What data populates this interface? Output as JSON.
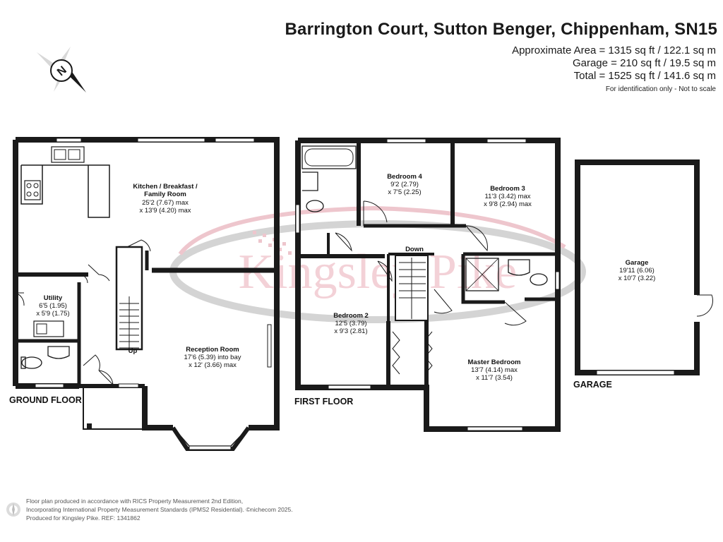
{
  "header": {
    "title": "Barrington Court, Sutton Benger, Chippenham, SN15",
    "approx_area": "Approximate Area = 1315 sq ft / 122.1 sq m",
    "garage_area": "Garage = 210 sq ft / 19.5 sq m",
    "total_area": "Total = 1525 sq ft / 141.6 sq m",
    "id_note": "For identification only - Not to scale"
  },
  "compass": {
    "letter": "N"
  },
  "watermark": {
    "brand": "Kingsley Pike"
  },
  "floors": {
    "ground": "GROUND FLOOR",
    "first": "FIRST FLOOR",
    "garage": "GARAGE"
  },
  "rooms": {
    "kitchen": {
      "name_1": "Kitchen / Breakfast /",
      "name_2": "Family Room",
      "dim_1": "25'2 (7.67) max",
      "dim_2": "x 13'9 (4.20) max"
    },
    "utility": {
      "name": "Utility",
      "dim_1": "6'5 (1.95)",
      "dim_2": "x 5'9 (1.75)"
    },
    "reception": {
      "name": "Reception Room",
      "dim_1": "17'6 (5.39) into bay",
      "dim_2": "x 12' (3.66) max"
    },
    "bedroom4": {
      "name": "Bedroom 4",
      "dim_1": "9'2 (2.79)",
      "dim_2": "x 7'5 (2.25)"
    },
    "bedroom3": {
      "name": "Bedroom 3",
      "dim_1": "11'3 (3.42) max",
      "dim_2": "x 9'8 (2.94) max"
    },
    "bedroom2": {
      "name": "Bedroom 2",
      "dim_1": "12'5 (3.79)",
      "dim_2": "x 9'3 (2.81)"
    },
    "master": {
      "name": "Master Bedroom",
      "dim_1": "13'7 (4.14) max",
      "dim_2": "x 11'7 (3.54)"
    },
    "garage": {
      "name": "Garage",
      "dim_1": "19'11 (6.06)",
      "dim_2": "x 10'7 (3.22)"
    }
  },
  "stairs": {
    "up": "Up",
    "down": "Down"
  },
  "footer": {
    "line_1": "Floor plan produced in accordance with RICS Property Measurement 2nd Edition,",
    "line_2": "Incorporating International Property Measurement Standards (IPMS2 Residential).  ©nichecom 2025.",
    "line_3": "Produced for Kingsley Pike.   REF: 1341862"
  },
  "colors": {
    "wall": "#1a1a1a",
    "watermark_pink": "#e7a9b3",
    "watermark_grey": "#c9c9c9",
    "text": "#111111"
  }
}
